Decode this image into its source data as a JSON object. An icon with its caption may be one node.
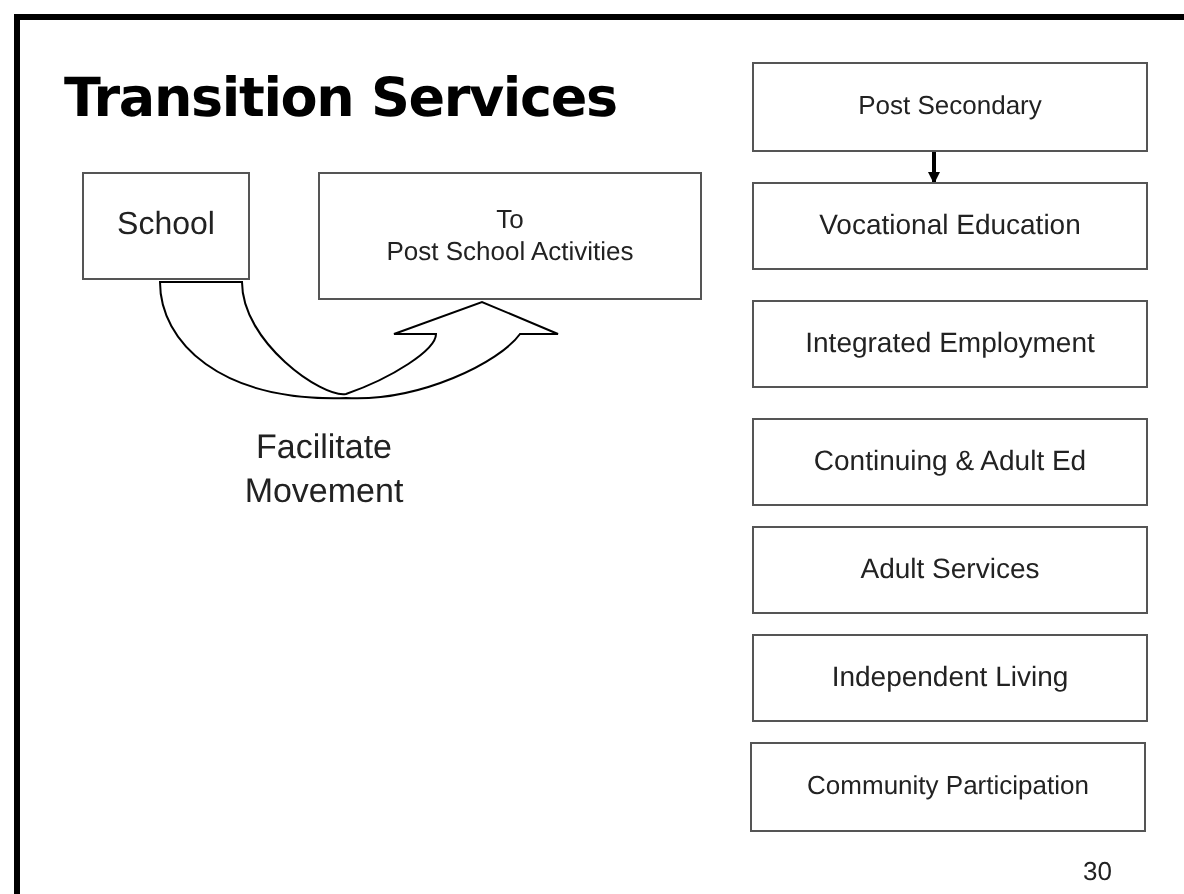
{
  "diagram": {
    "title": "Transition Services",
    "nodes": [
      {
        "text": [
          "School"
        ]
      },
      {
        "text": [
          "To",
          "Post School Activities"
        ]
      },
      {
        "text": [
          "Post Secondary"
        ]
      },
      {
        "text": [
          "Vocational Education"
        ]
      },
      {
        "text": [
          "Integrated Employment"
        ]
      },
      {
        "text": [
          "Continuing & Adult Ed"
        ]
      },
      {
        "text": [
          "Adult Services"
        ]
      },
      {
        "text": [
          "Independent Living"
        ]
      },
      {
        "text": [
          "Community Participation"
        ]
      }
    ],
    "edges": [
      {
        "from": 0,
        "to": 1,
        "arrow": "to",
        "label": "Facilitate Movement"
      },
      {
        "from": 2,
        "to": 3,
        "arrow": "to"
      }
    ],
    "labels": [
      "30"
    ]
  }
}
